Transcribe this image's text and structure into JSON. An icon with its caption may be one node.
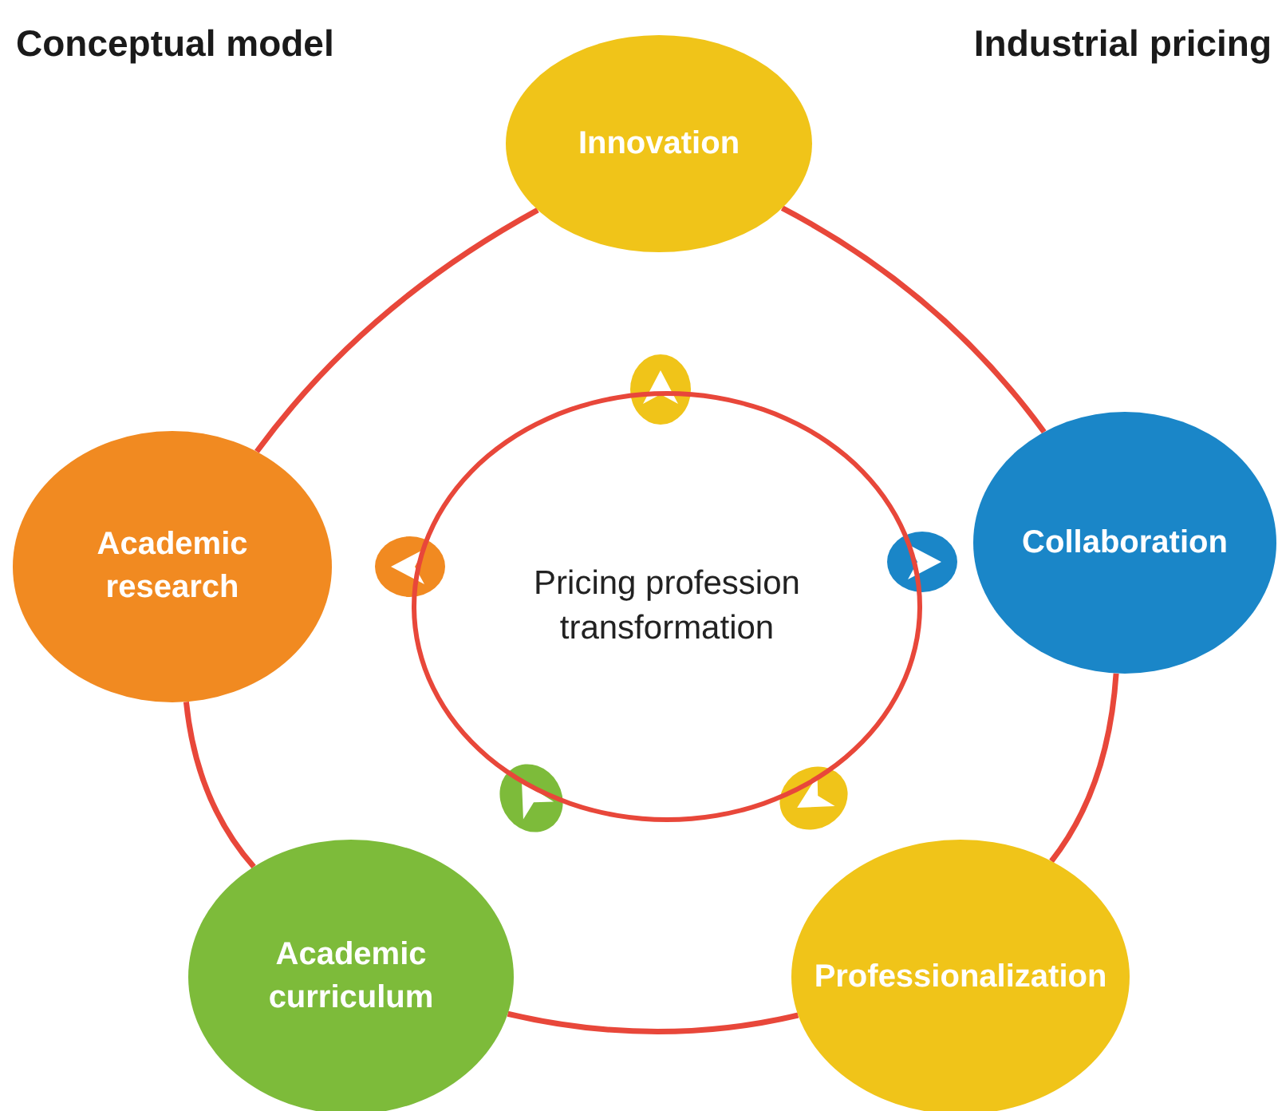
{
  "diagram": {
    "nodes": [
      {
        "text": [
          "Innovation"
        ]
      },
      {
        "text": [
          "Academic research"
        ]
      },
      {
        "text": [
          "Collaboration"
        ]
      },
      {
        "text": [
          "Pricing profession transformation"
        ]
      },
      {
        "text": [
          "Academic curriculum"
        ]
      },
      {
        "text": [
          "Professionalization"
        ]
      }
    ],
    "edges": [
      {
        "from": 0,
        "to": 2,
        "arrow": "none"
      },
      {
        "from": 2,
        "to": 5,
        "arrow": "none"
      },
      {
        "from": 5,
        "to": 4,
        "arrow": "none"
      },
      {
        "from": 4,
        "to": 1,
        "arrow": "none"
      },
      {
        "from": 1,
        "to": 0,
        "arrow": "none"
      }
    ],
    "labels": [
      "Conceptual model",
      "Industrial pricing"
    ]
  }
}
